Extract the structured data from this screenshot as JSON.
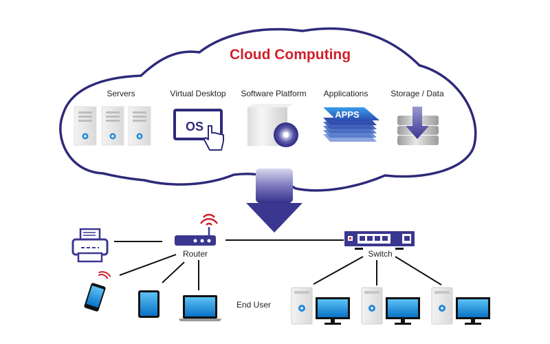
{
  "title": "Cloud Computing",
  "colors": {
    "title": "#d0202a",
    "outline": "#2e2a7a",
    "accent": "#3a3790",
    "wifi": "#d0202a",
    "screen": "#1e90e0"
  },
  "cloud_services": [
    {
      "label": "Servers",
      "icon": "server-rack-icon"
    },
    {
      "label": "Virtual Desktop",
      "icon": "os-touch-screen-icon",
      "icon_text": "OS"
    },
    {
      "label": "Software Platform",
      "icon": "software-box-disc-icon"
    },
    {
      "label": "Applications",
      "icon": "apps-stack-icon",
      "icon_text": "APPS"
    },
    {
      "label": "Storage / Data",
      "icon": "storage-download-icon"
    }
  ],
  "network": {
    "router_label": "Router",
    "switch_label": "Switch",
    "end_user_label": "End User"
  }
}
